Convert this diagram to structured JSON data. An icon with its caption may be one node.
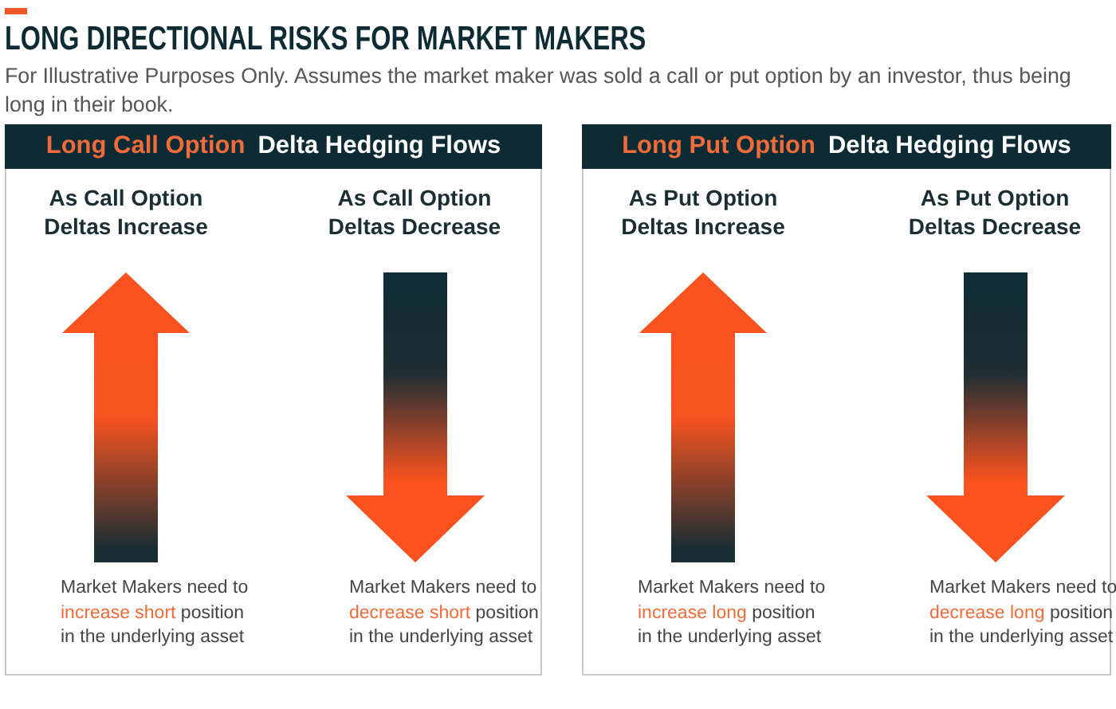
{
  "diagram": {
    "title": "LONG DIRECTIONAL RISKS FOR MARKET MAKERS",
    "nodes": [
      {
        "text": [
          "Long Call Option",
          "Delta Hedging Flows",
          "As Call Option Deltas Increase",
          "Market Makers need to **increase short** position in the underlying asset",
          "As Call Option Deltas Decrease",
          "Market Makers need to **decrease short** position in the underlying asset"
        ]
      },
      {
        "text": [
          "Long Put Option",
          "Delta Hedging Flows",
          "As Put Option Deltas Increase",
          "Market Makers need to **increase long** position in the underlying asset",
          "As Put Option Deltas Decrease",
          "Market Makers need to **decrease long** position in the underlying asset"
        ]
      }
    ],
    "labels": [
      "For Illustrative Purposes Only. Assumes the market maker was sold a call or put option by an investor, thus being long in their book."
    ]
  }
}
